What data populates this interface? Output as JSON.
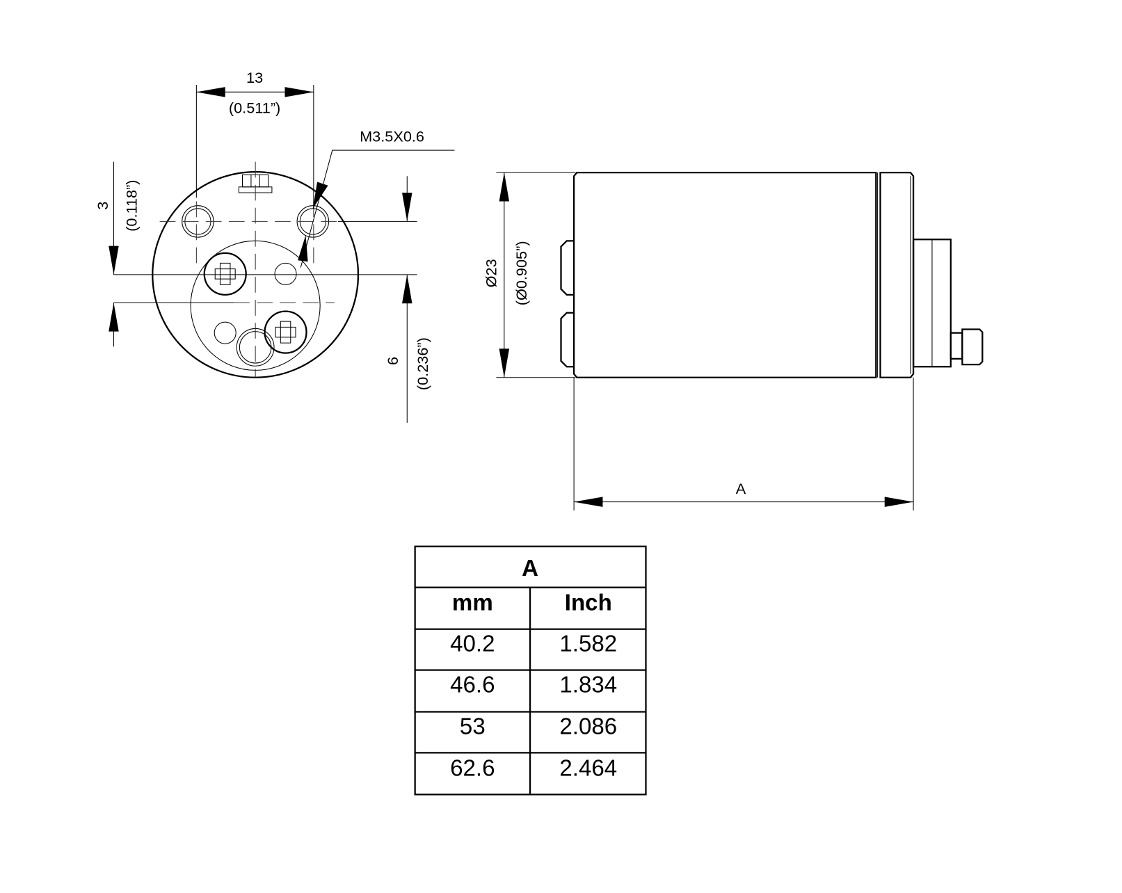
{
  "front_view": {
    "width_dim": {
      "value": "13",
      "inch": "(0.511”)"
    },
    "thread_callout": "M3.5X0.6",
    "offset_3_dim": {
      "value": "3",
      "inch": "(0.118”)"
    },
    "offset_6_dim": {
      "value": "6",
      "inch": "(0.236”)"
    }
  },
  "side_view": {
    "diameter_dim": {
      "value": "Ø23",
      "inch": "(Ø0.905”)"
    },
    "length_dim": "A"
  },
  "table": {
    "title": "A",
    "headers": [
      "mm",
      "Inch"
    ],
    "rows": [
      [
        "40.2",
        "1.582"
      ],
      [
        "46.6",
        "1.834"
      ],
      [
        "53",
        "2.086"
      ],
      [
        "62.6",
        "2.464"
      ]
    ]
  }
}
